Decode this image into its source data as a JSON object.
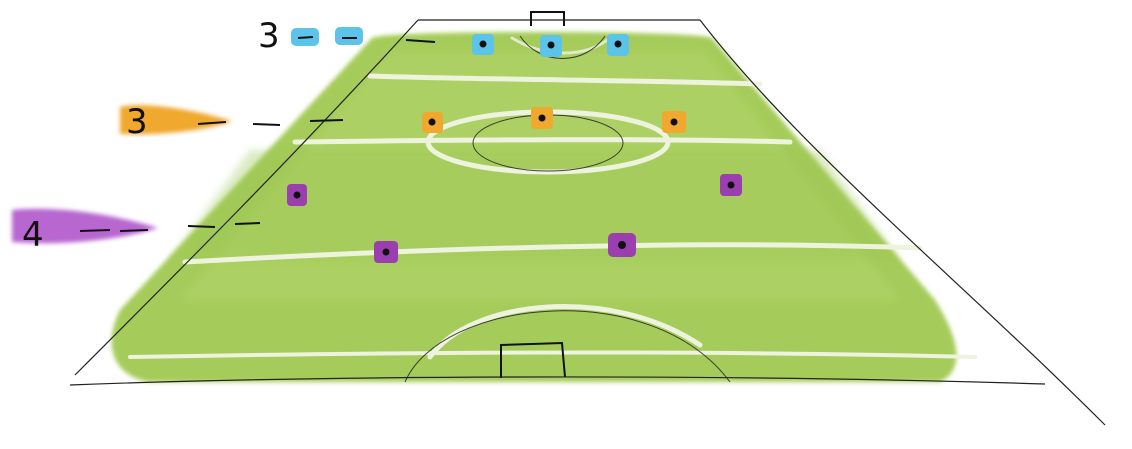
{
  "formation": {
    "lines": [
      {
        "id": "forwards",
        "count": "3",
        "color": "#5BC4E8"
      },
      {
        "id": "midfielders",
        "count": "3",
        "color": "#F0A82E"
      },
      {
        "id": "defenders",
        "count": "4",
        "color": "#9B3FB0"
      }
    ]
  },
  "colors": {
    "pitch": "#A5CC5A",
    "pitch_light": "#B8D873",
    "lines": "#EEF3DE",
    "ink": "#111111",
    "marker_dot": "#111111"
  }
}
